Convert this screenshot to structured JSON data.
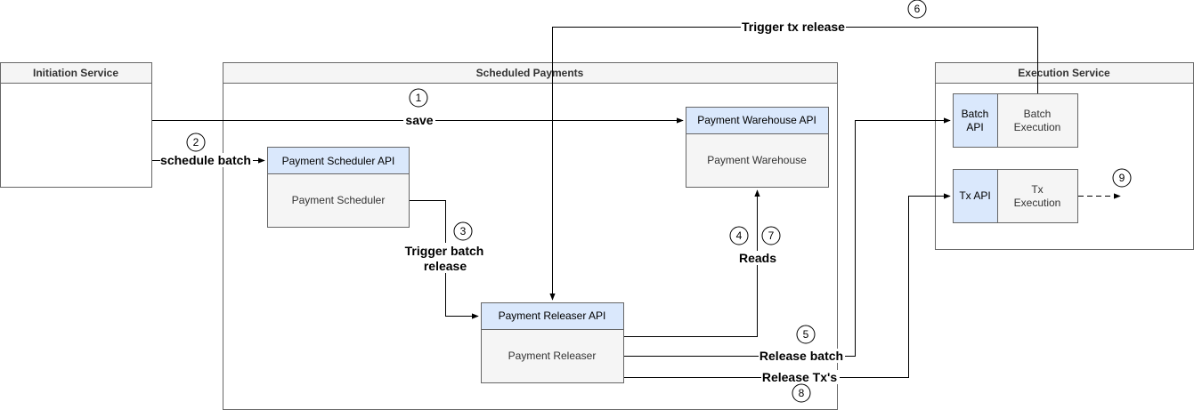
{
  "containers": {
    "initiation": "Initiation Service",
    "scheduled": "Scheduled Payments",
    "execution": "Execution Service"
  },
  "components": {
    "scheduler_api": "Payment Scheduler API",
    "scheduler": "Payment Scheduler",
    "warehouse_api": "Payment Warehouse API",
    "warehouse": "Payment Warehouse",
    "releaser_api": "Payment Releaser API",
    "releaser": "Payment Releaser",
    "batch_api_l1": "Batch",
    "batch_api_l2": "API",
    "batch_exec_l1": "Batch",
    "batch_exec_l2": "Execution",
    "tx_api": "Tx API",
    "tx_exec_l1": "Tx",
    "tx_exec_l2": "Execution"
  },
  "edges": {
    "save": "save",
    "schedule_batch": "schedule batch",
    "trigger_batch_l1": "Trigger batch",
    "trigger_batch_l2": "release",
    "reads": "Reads",
    "release_batch": "Release batch",
    "release_txs": "Release Tx's",
    "trigger_tx": "Trigger tx release"
  },
  "steps": [
    "1",
    "2",
    "3",
    "4",
    "5",
    "6",
    "7",
    "8",
    "9"
  ]
}
